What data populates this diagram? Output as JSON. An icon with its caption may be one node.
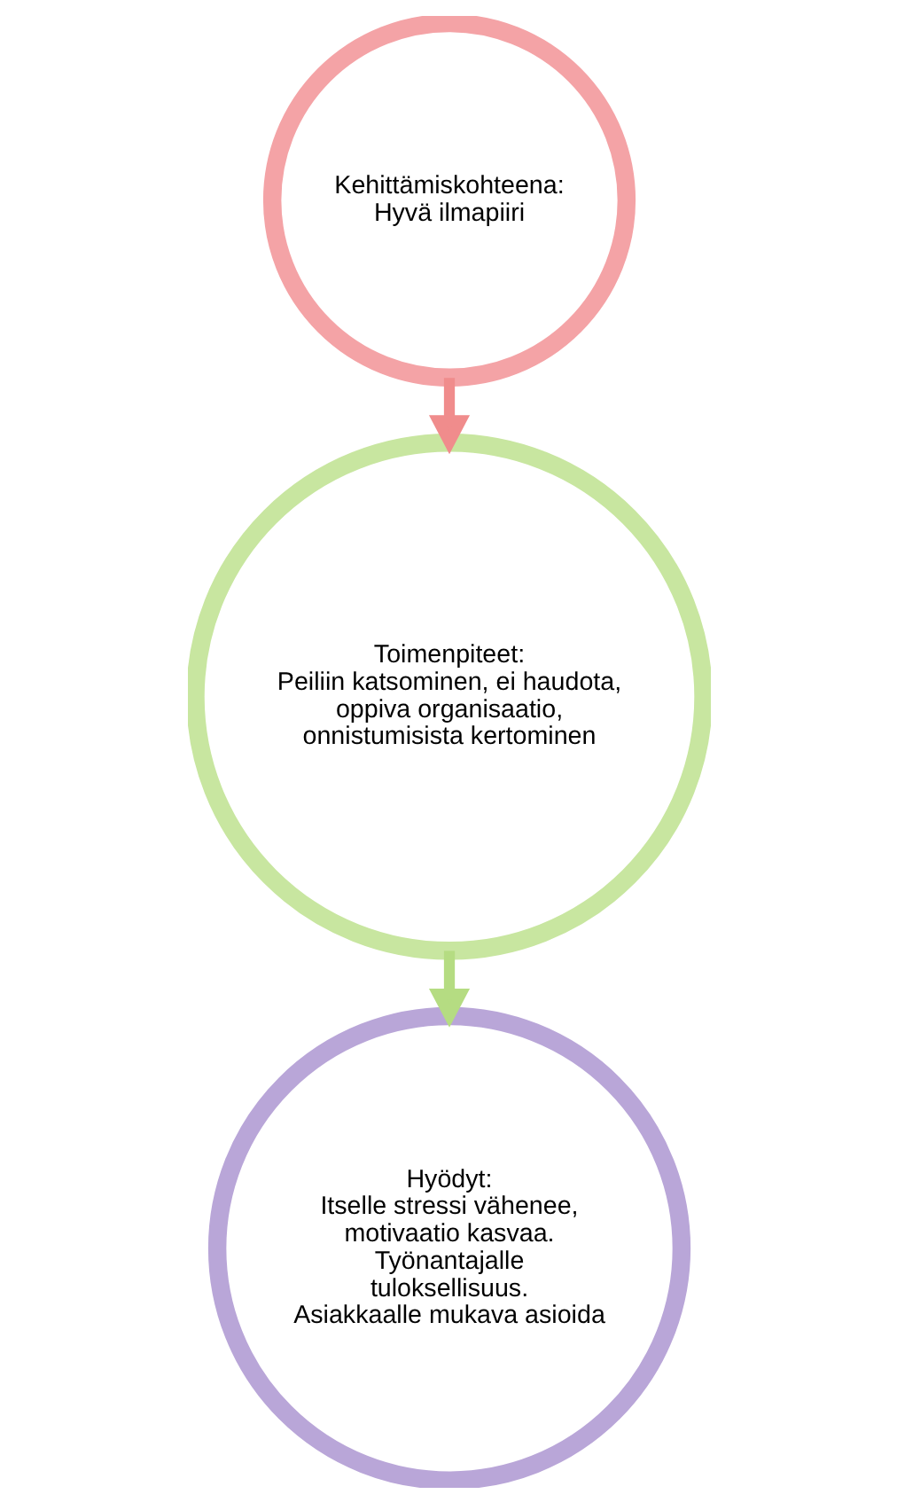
{
  "diagram": {
    "nodes": [
      {
        "text": [
          "Kehittämiskohteena:",
          "Hyvä ilmapiiri"
        ]
      },
      {
        "text": [
          "Toimenpiteet:",
          "Peiliin katsominen, ei haudota, oppiva organisaatio, onnistumisista kertominen"
        ]
      },
      {
        "text": [
          "Hyödyt:",
          "Itselle stressi vähenee, motivaatio kasvaa. Työnantajalle tuloksellisuus. Asiakkaalle mukava asioida"
        ]
      }
    ],
    "edges": [
      {
        "from": 0,
        "to": 1,
        "arrow": "to",
        "color": "#f08c8c"
      },
      {
        "from": 1,
        "to": 2,
        "arrow": "to",
        "color": "#b5dc82"
      }
    ]
  }
}
